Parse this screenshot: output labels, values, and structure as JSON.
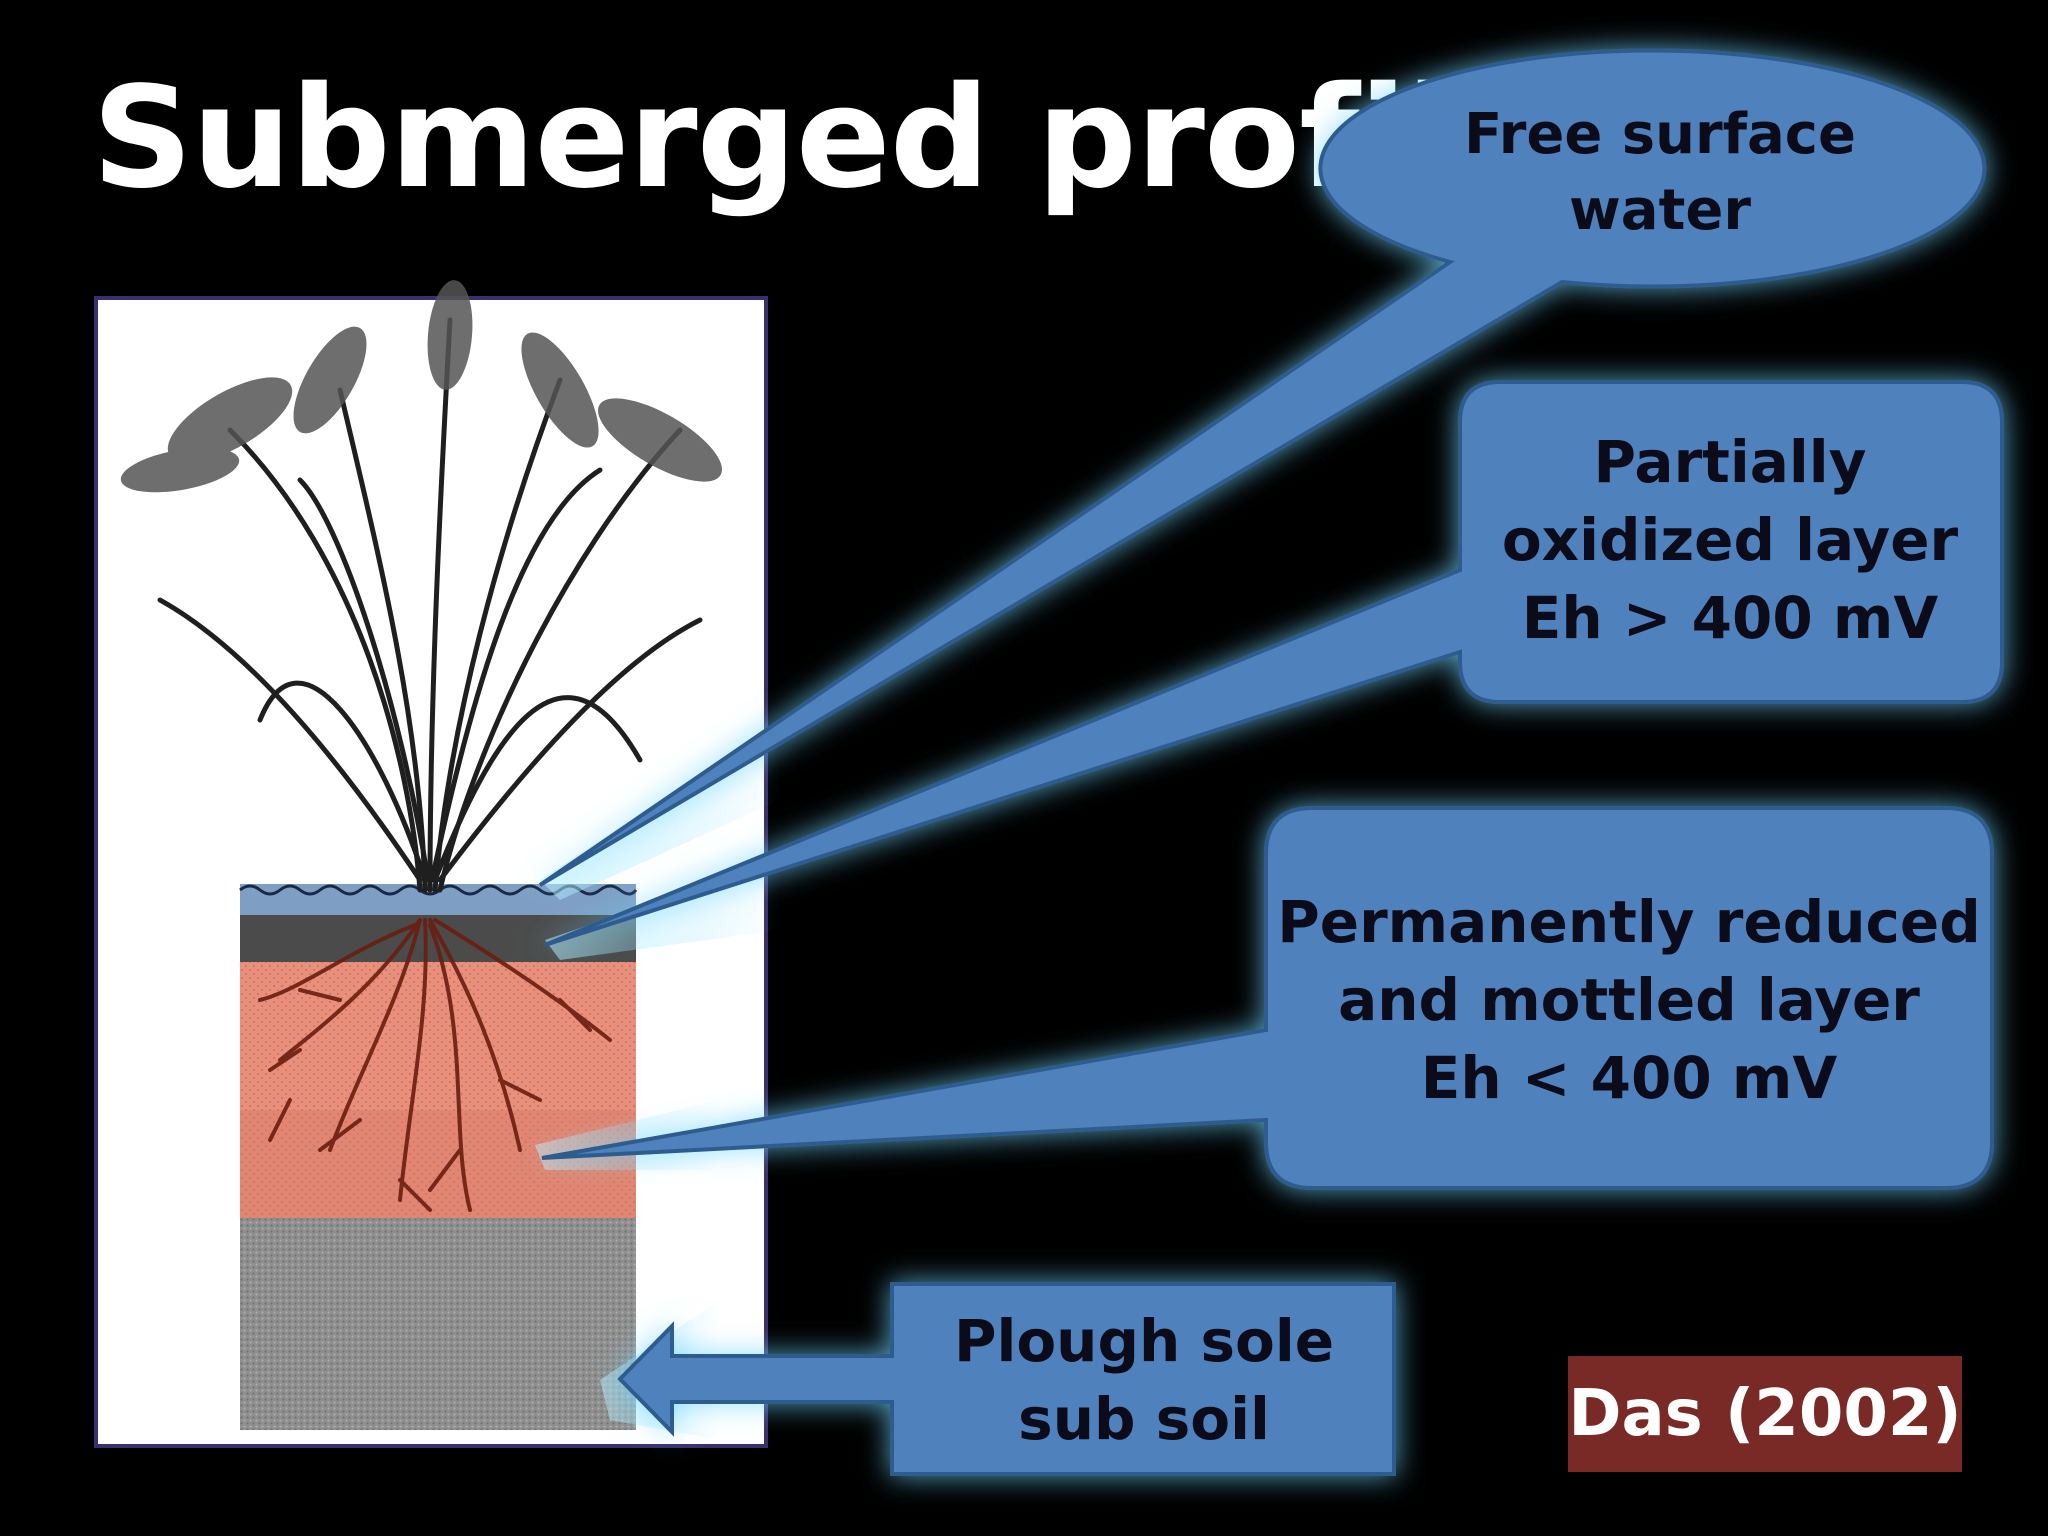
{
  "slide": {
    "title": "Submerged profile",
    "callouts": {
      "free_surface": {
        "lines": [
          "Free  surface",
          "water"
        ]
      },
      "partially_oxidized": {
        "lines": [
          "Partially",
          "oxidized layer",
          "Eh > 400 mV"
        ]
      },
      "permanently_reduced": {
        "lines": [
          "Permanently reduced",
          "and mottled layer",
          "Eh < 400 mV"
        ]
      },
      "plough_sole": {
        "lines": [
          "Plough sole",
          "sub soil"
        ]
      }
    },
    "citation": "Das (2002)"
  },
  "colors": {
    "background": "#000000",
    "callout_fill": "#4f81bd",
    "callout_stroke": "#2d5c8e",
    "callout_glow": "#6fd6ff",
    "citation_bg": "#7a2a26",
    "water": "#7f9ec4",
    "oxidized_band": "#4a4a4a",
    "reduced_layer": "#e8907c",
    "subsoil": "#9a9a9a",
    "roots": "#6a1e10"
  }
}
